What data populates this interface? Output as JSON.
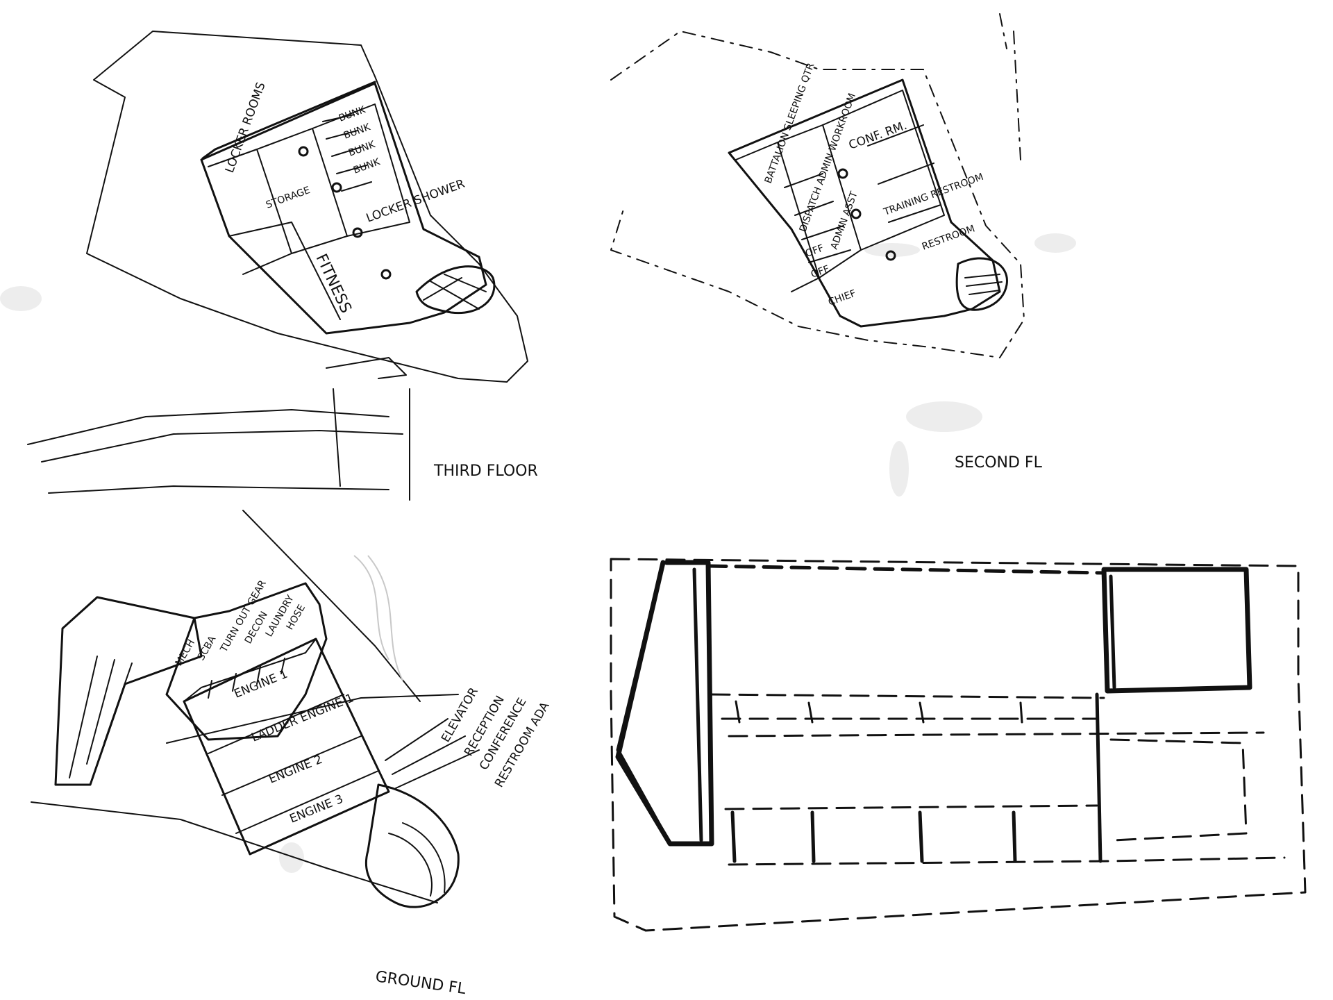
{
  "third_floor": {
    "title": "THIRD FLOOR",
    "rooms": [
      "LOCKER ROOMS",
      "STORAGE",
      "BUNK",
      "BUNK",
      "BUNK",
      "BUNK",
      "LOCKER SHOWER",
      "FITNESS"
    ]
  },
  "second_floor": {
    "title": "SECOND FL",
    "rooms": [
      "CONF. RM.",
      "BATTALION SLEEPING QTR",
      "DISPATCH ADMIN WORKROOM",
      "TRAINING RESTROOM",
      "OFF",
      "ADMIN ASST",
      "OFF",
      "CHIEF",
      "RESTROOM"
    ]
  },
  "ground_floor": {
    "title": "GROUND FL",
    "bays": [
      "ENGINE 1",
      "LADDER ENGINE 1",
      "ENGINE 2",
      "ENGINE 3"
    ],
    "support": [
      "MECH",
      "SCBA",
      "TURN OUT GEAR",
      "DECON",
      "LAUNDRY",
      "HOSE"
    ],
    "annotations": [
      "ELEVATOR",
      "RECEPTION",
      "CONFERENCE",
      "RESTROOM ADA"
    ]
  }
}
